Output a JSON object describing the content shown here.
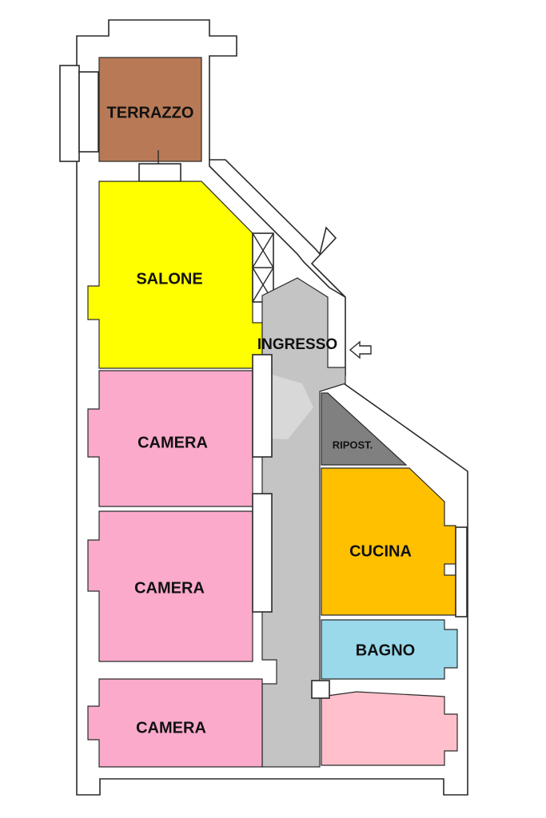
{
  "rooms": {
    "terrazzo": {
      "label": "TERRAZZO",
      "color": "#B87A56"
    },
    "salone": {
      "label": "SALONE",
      "color": "#FFFF00"
    },
    "ingresso": {
      "label": "INGRESSO",
      "color": "#C4C4C4"
    },
    "camera1": {
      "label": "CAMERA",
      "color": "#FBAACB"
    },
    "camera2": {
      "label": "CAMERA",
      "color": "#FBAACB"
    },
    "camera3": {
      "label": "CAMERA",
      "color": "#FBAACB"
    },
    "ripostiglio": {
      "label": "RIPOST.",
      "color": "#808080"
    },
    "cucina": {
      "label": "CUCINA",
      "color": "#FFC000"
    },
    "bagno": {
      "label": "BAGNO",
      "color": "#99D9EA"
    },
    "unlabeled_room": {
      "label": "",
      "color": "#FFC0CB"
    }
  },
  "colors": {
    "wall_fill": "#FFFFFF",
    "wall_stroke": "#2A2A2A",
    "watermark": "#E6E6E6"
  },
  "icons": {
    "entrance": "arrow-left-icon",
    "stairwell": "cross-hatch-icon",
    "watermark": "logo-watermark"
  }
}
